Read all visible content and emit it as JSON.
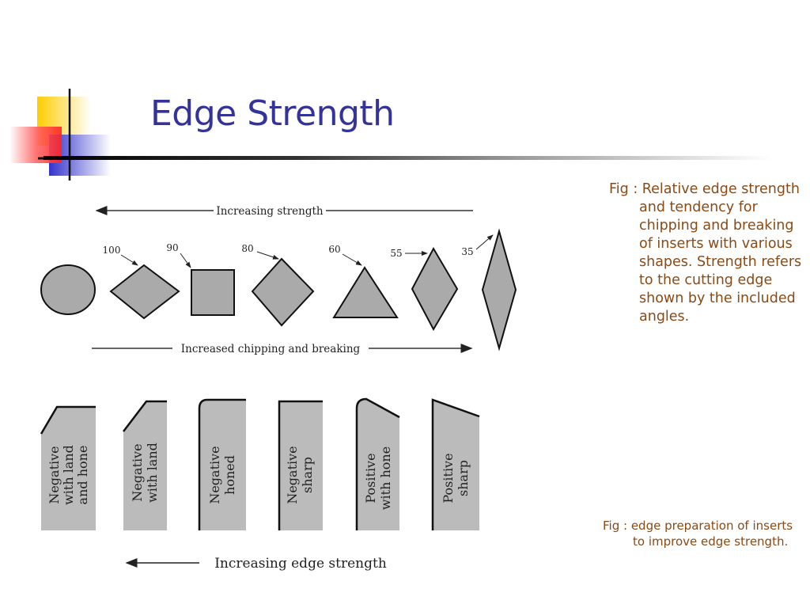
{
  "slide": {
    "title": "Edge Strength",
    "captions": {
      "fig1": "Fig : Relative edge strength and tendency for chipping and breaking of inserts with various shapes. Strength refers to the cutting edge shown by the included angles.",
      "fig2": "Fig : edge preparation of inserts to improve edge strength."
    }
  },
  "diagram_top": {
    "top_arrow_label": "Increasing  strength",
    "bottom_arrow_label": "Increased  chipping  and  breaking",
    "angles": [
      "100",
      "90",
      "80",
      "60",
      "55",
      "35"
    ],
    "shape_names": [
      "circle-insert",
      "rhombus-100-insert",
      "square-insert",
      "rhombus-80-insert",
      "triangle-insert",
      "rhombus-55-insert",
      "rhombus-35-insert"
    ]
  },
  "diagram_bottom": {
    "arrow_label": "Increasing  edge  strength",
    "preparations": [
      [
        "Negative",
        "with  land",
        "and  hone"
      ],
      [
        "Negative",
        "with  land"
      ],
      [
        "Negative",
        "honed"
      ],
      [
        "Negative",
        "sharp"
      ],
      [
        "Positive",
        "with  hone"
      ],
      [
        "Positive",
        "sharp"
      ]
    ]
  },
  "colors": {
    "title": "#333399",
    "caption": "#8a4a16",
    "shape_fill": "#aaaaaa",
    "deco_yellow": "#ffcc00",
    "deco_blue": "#3333cc",
    "deco_red": "#ff3333"
  }
}
